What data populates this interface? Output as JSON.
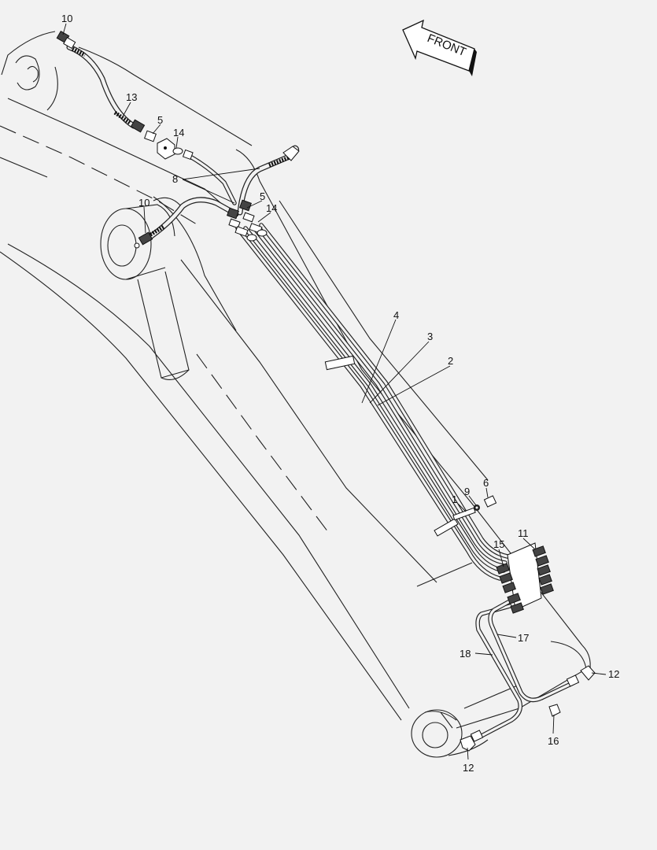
{
  "direction_label": "FRONT",
  "callouts": [
    {
      "id": "c10a",
      "label": "10"
    },
    {
      "id": "c13",
      "label": "13"
    },
    {
      "id": "c5a",
      "label": "5"
    },
    {
      "id": "c14a",
      "label": "14"
    },
    {
      "id": "c8",
      "label": "8"
    },
    {
      "id": "c10b",
      "label": "10"
    },
    {
      "id": "c5b",
      "label": "5"
    },
    {
      "id": "c14b",
      "label": "14"
    },
    {
      "id": "c4",
      "label": "4"
    },
    {
      "id": "c3",
      "label": "3"
    },
    {
      "id": "c2",
      "label": "2"
    },
    {
      "id": "c9",
      "label": "9"
    },
    {
      "id": "c6",
      "label": "6"
    },
    {
      "id": "c1",
      "label": "1"
    },
    {
      "id": "c11",
      "label": "11"
    },
    {
      "id": "c15",
      "label": "15"
    },
    {
      "id": "c17",
      "label": "17"
    },
    {
      "id": "c18",
      "label": "18"
    },
    {
      "id": "c12a",
      "label": "12"
    },
    {
      "id": "c16",
      "label": "16"
    },
    {
      "id": "c12b",
      "label": "12"
    }
  ]
}
